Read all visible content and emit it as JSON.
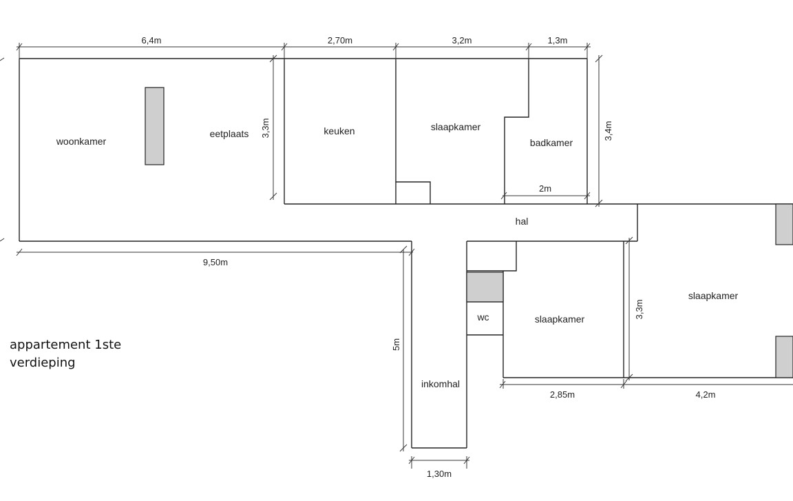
{
  "title": "appartement 1ste\nverdieping",
  "rooms": {
    "woonkamer": "woonkamer",
    "eetplaats": "eetplaats",
    "keuken": "keuken",
    "slaapkamer_1": "slaapkamer",
    "badkamer": "badkamer",
    "hal": "hal",
    "wc": "wc",
    "slaapkamer_2": "slaapkamer",
    "slaapkamer_3": "slaapkamer",
    "inkomhal": "inkomhal"
  },
  "dimensions": {
    "woonkamer_width": "6,4m",
    "keuken_width": "2,70m",
    "slaapkamer_width": "3,2m",
    "badkamer_top_width": "1,3m",
    "keuken_height": "3,3m",
    "slaapkamer_height": "3,4m",
    "badkamer_width": "2m",
    "total_width": "9,50m",
    "inkomhal_height": "5m",
    "inkomhal_width": "1,30m",
    "slaapkamer2_width": "2,85m",
    "slaapkamer3_width": "4,2m",
    "slaapkamer3_height": "3,3m"
  },
  "colors": {
    "wall": "#222222",
    "fill": "#cfcfcf"
  }
}
